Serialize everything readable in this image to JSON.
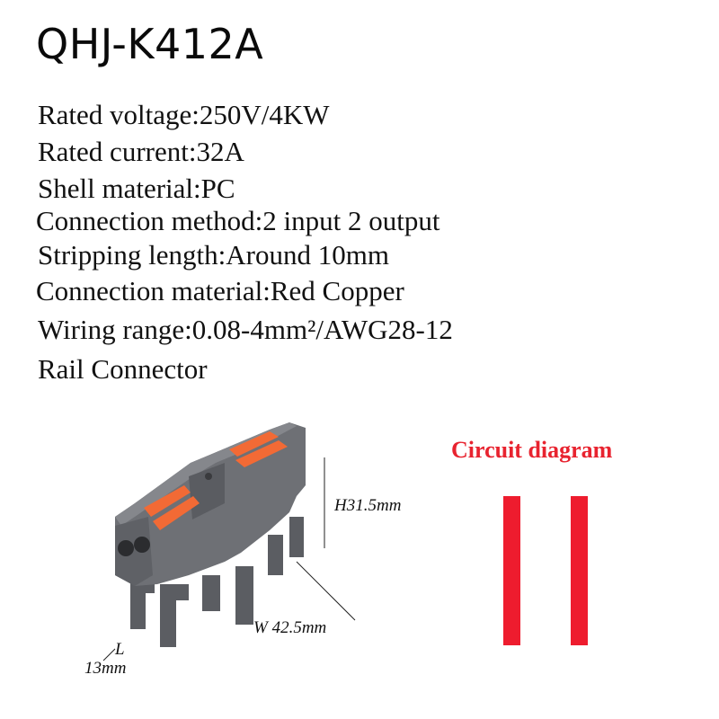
{
  "title": "QHJ-K412A",
  "specs": [
    "Rated voltage:250V/4KW",
    "Rated current:32A",
    "Shell material:PC",
    "Connection method:2 input 2 output",
    "Stripping length:Around 10mm",
    "Connection material:Red Copper",
    "Wiring range:0.08-4mm²/AWG28-12",
    "Rail Connector"
  ],
  "circuit_diagram": {
    "title": "Circuit diagram",
    "color": "#ee1c2e"
  },
  "dimensions": {
    "height": "H31.5mm",
    "width": "W 42.5mm",
    "length_label": "L",
    "length_value": "13mm"
  },
  "colors": {
    "housing": "#6e7075",
    "lever": "#f26a35"
  }
}
